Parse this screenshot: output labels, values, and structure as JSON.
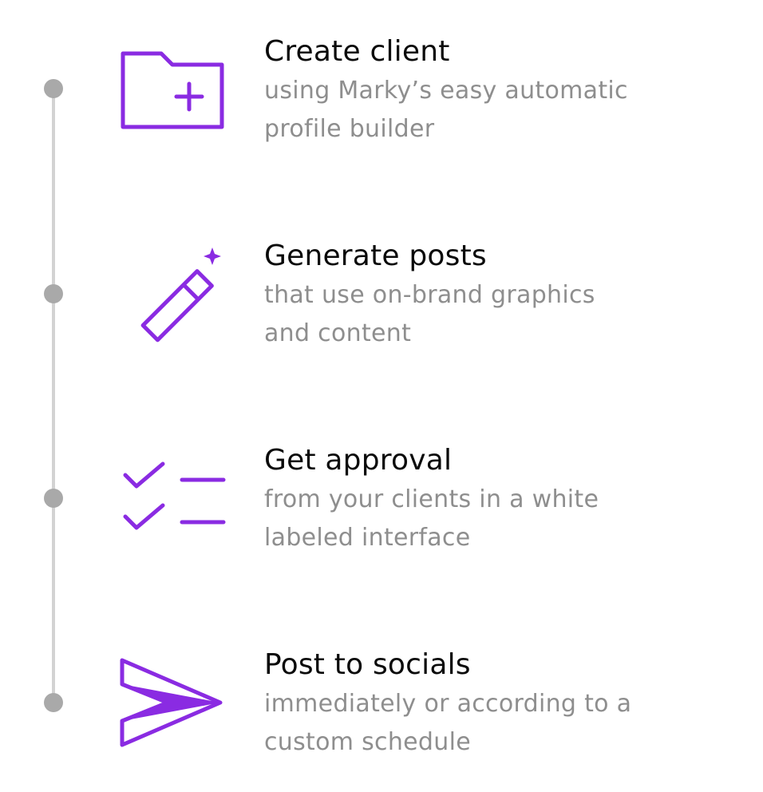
{
  "colors": {
    "accent": "#8a2be2",
    "timeline": "#d3d3d3",
    "dot": "#a9a9a9",
    "title": "#0a0a0a",
    "description": "#8e8e8e"
  },
  "steps": [
    {
      "icon": "folder-plus-icon",
      "title": "Create client",
      "description": [
        "using Marky’s easy automatic",
        "profile builder"
      ]
    },
    {
      "icon": "magic-wand-icon",
      "title": "Generate posts",
      "description": [
        "that use on-brand graphics",
        "and content"
      ]
    },
    {
      "icon": "checklist-icon",
      "title": "Get approval",
      "description": [
        "from your clients in a white",
        "labeled interface"
      ]
    },
    {
      "icon": "paper-plane-icon",
      "title": "Post to socials",
      "description": [
        "immediately or according to a",
        "custom schedule"
      ]
    }
  ]
}
